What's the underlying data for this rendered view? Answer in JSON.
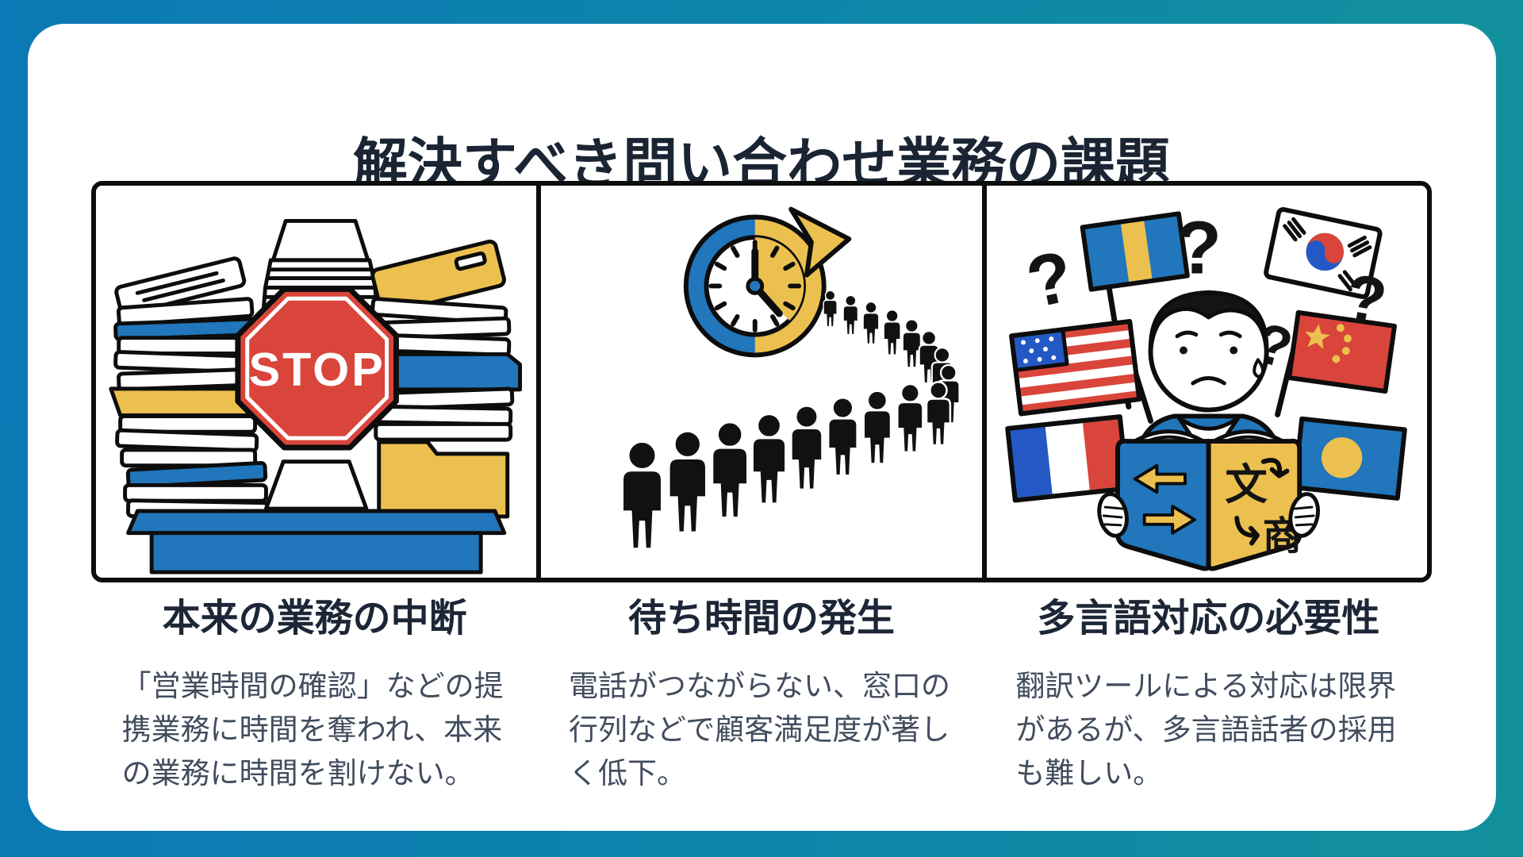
{
  "slide": {
    "title": "解決すべき問い合わせ業務の課題"
  },
  "panels": [
    {
      "heading": "本来の業務の中断",
      "body": "「営業時間の確認」などの提携業務に時間を奪われ、本来の業務に時間を割けない。",
      "illustration": "desk-stop-sign",
      "stop_label": "STOP"
    },
    {
      "heading": "待ち時間の発生",
      "body": "電話がつながらない、窓口の行列などで顧客満足度が著しく低下。",
      "illustration": "clock-waiting-queue"
    },
    {
      "heading": "多言語対応の必要性",
      "body": "翻訳ツールによる対応は限界があるが、多言語話者の採用も難しい。",
      "illustration": "flags-translation-book",
      "book_chars": {
        "left": "文",
        "right": "商"
      }
    }
  ],
  "decor": {
    "question_mark": "?"
  },
  "colors": {
    "background_left": "#0b79b5",
    "background_right": "#12919c",
    "card": "#ffffff",
    "title_text": "#1b2433",
    "heading_text": "#1d2636",
    "body_text": "#414c5e",
    "illustration_blue": "#2176bc",
    "illustration_yellow": "#ecc04f",
    "illustration_red": "#d9453a",
    "outline_black": "#0d0d0d"
  }
}
